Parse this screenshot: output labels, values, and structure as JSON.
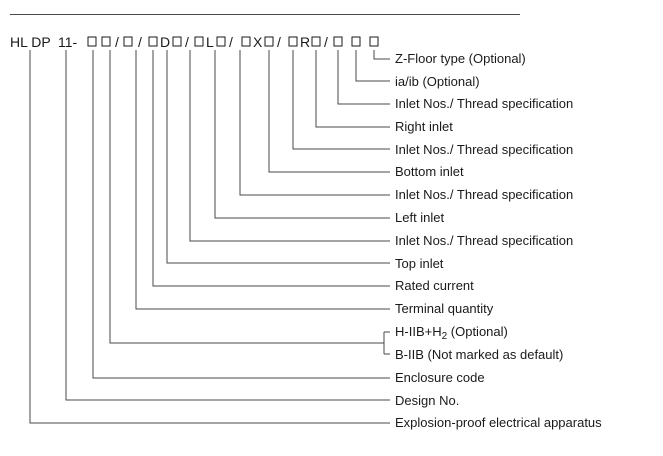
{
  "code": {
    "prefix": "HL DP",
    "design": "11-",
    "slash": "/",
    "top_letter": "D",
    "left_letter": "L",
    "bottom_letter": "X",
    "right_letter": "R"
  },
  "labels": {
    "floor_type": "Z-Floor type (Optional)",
    "ia_ib": "ia/ib (Optional)",
    "right_inlet_spec": "Inlet Nos./ Thread specification",
    "right_inlet": "Right inlet",
    "bottom_inlet_spec": "Inlet Nos./ Thread specification",
    "bottom_inlet": "Bottom inlet",
    "left_inlet_spec": "Inlet Nos./ Thread specification",
    "left_inlet": "Left inlet",
    "top_inlet_spec": "Inlet Nos./ Thread specification",
    "top_inlet": "Top inlet",
    "rated_current": "Rated current",
    "terminal_quantity": "Terminal quantity",
    "group_h_main": "H-IIB+H",
    "group_h_sub": "2",
    "group_h_tail": " (Optional)",
    "group_b": "B-IIB (Not marked as default)",
    "enclosure_code": "Enclosure code",
    "design_no": "Design No.",
    "explosion_proof": "Explosion-proof electrical apparatus"
  }
}
